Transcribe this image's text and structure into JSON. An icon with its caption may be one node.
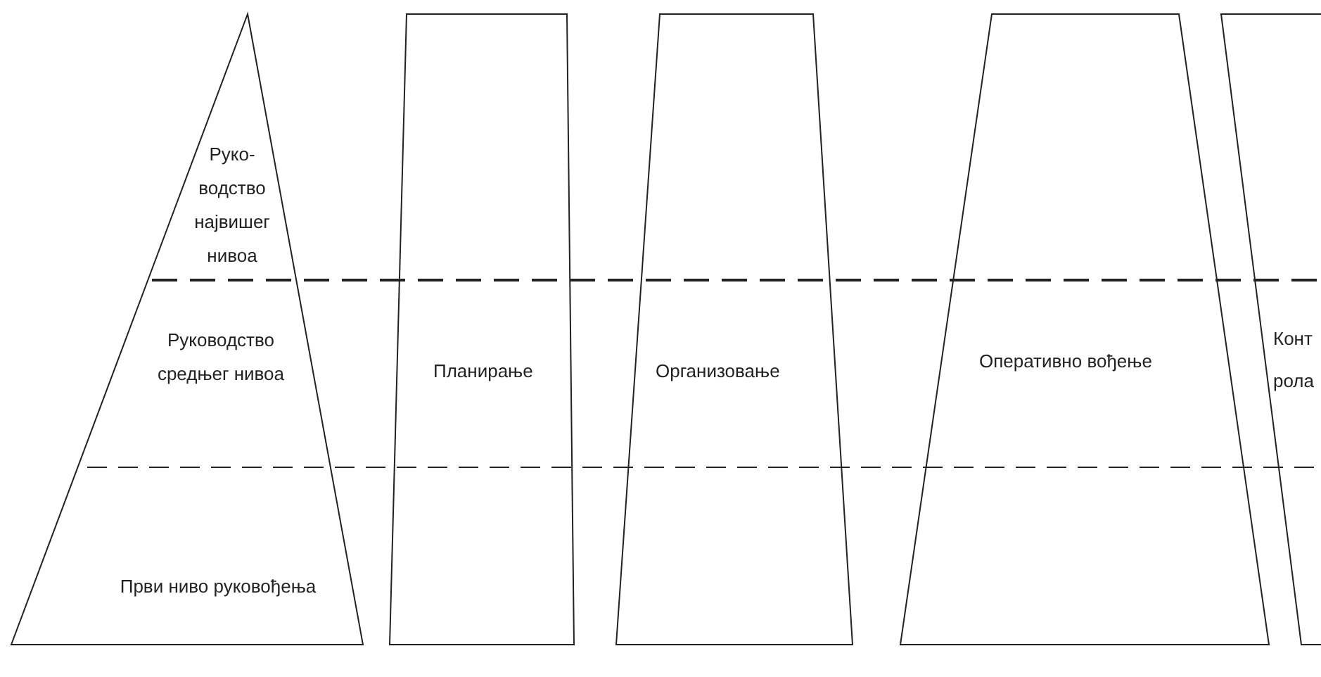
{
  "diagram": {
    "nodes": [
      {
        "text": [
          "Руко-водство највишег нивоа"
        ]
      },
      {
        "text": [
          "Руководство средњег нивоа"
        ]
      },
      {
        "text": [
          "Први ниво руковођења"
        ]
      },
      {
        "text": [
          "Планирање"
        ]
      },
      {
        "text": [
          "Организовање"
        ]
      },
      {
        "text": [
          "Оперативно вођење"
        ]
      },
      {
        "text": [
          "Контрола"
        ]
      }
    ]
  }
}
